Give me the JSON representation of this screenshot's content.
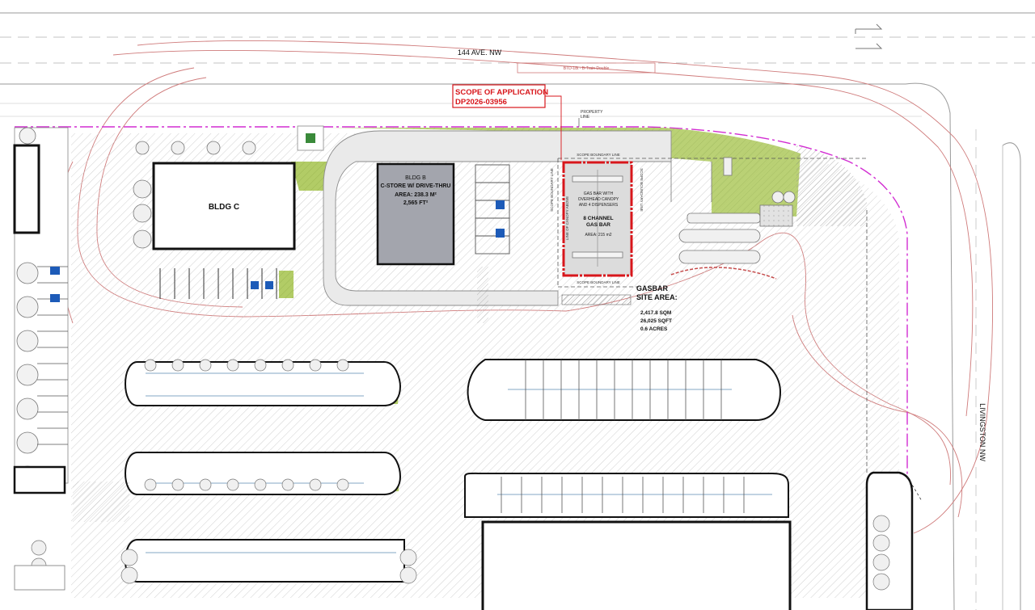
{
  "streets": {
    "north": "144 AVE. NW",
    "east": "LIVINGSTON NW"
  },
  "scope": {
    "title": "SCOPE OF APPLICATION",
    "number": "DP2026-03956"
  },
  "property_line": {
    "line1": "PROPERTY",
    "line2": "LINE"
  },
  "scope_boundary": {
    "top": "SCOPE BOUNDARY LINE",
    "bottom": "SCOPE BOUNDARY LINE",
    "left": "SCOPE BOUNDARY LINE",
    "right": "SCOPE BOUNDARY LINE"
  },
  "canopy": {
    "line_label": "LINE OF CANOPY ABOVE",
    "desc1": "GAS BAR WITH",
    "desc2": "OVERHEAD CANOPY",
    "desc3": "AND 4 DISPENSERS",
    "name1": "8 CHANNEL",
    "name2": "GAS BAR",
    "area": "AREA: 215 m2"
  },
  "bldg_b": {
    "name": "BLDG B",
    "use": "C-STORE W/ DRIVE-THRU",
    "area_m2": "AREA: 238.3 M²",
    "area_ft2": "2,565 FT²"
  },
  "bldg_c": {
    "name": "BLDG C"
  },
  "site_area": {
    "title1": "GASBAR",
    "title2": "SITE AREA:",
    "sqm": "2,417.8 SQM",
    "sqft": "26,025 SQFT",
    "acres": "0.6 ACRES"
  },
  "truck_label": "BTD-18t - B-Train Double",
  "colors": {
    "scope_red": "#d8161b",
    "property_magenta": "#d22dd2",
    "landscape_green": "#a9c55a",
    "building_grey": "#a3a5ad",
    "accessible_blue": "#1d5bb8",
    "hatch_grey": "#bdbdbd",
    "road_swept_red": "#c96a6a"
  }
}
